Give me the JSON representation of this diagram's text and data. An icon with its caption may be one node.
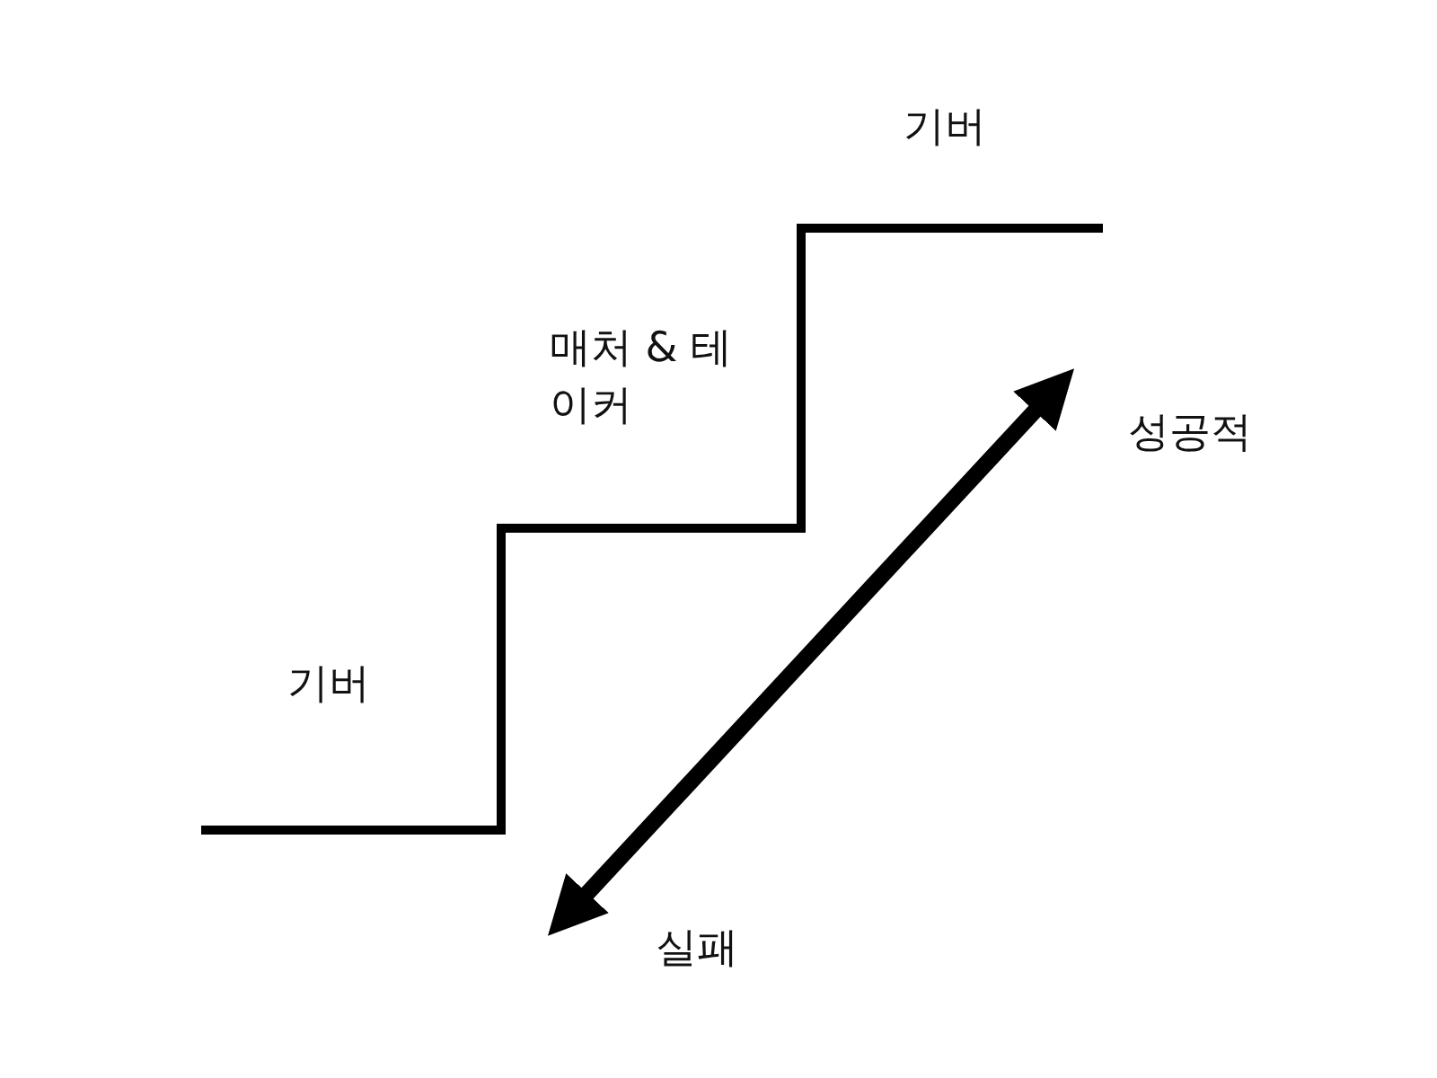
{
  "diagram": {
    "labels": [
      "기버",
      "매처 & 테이커",
      "성공적",
      "기버",
      "실패"
    ]
  }
}
